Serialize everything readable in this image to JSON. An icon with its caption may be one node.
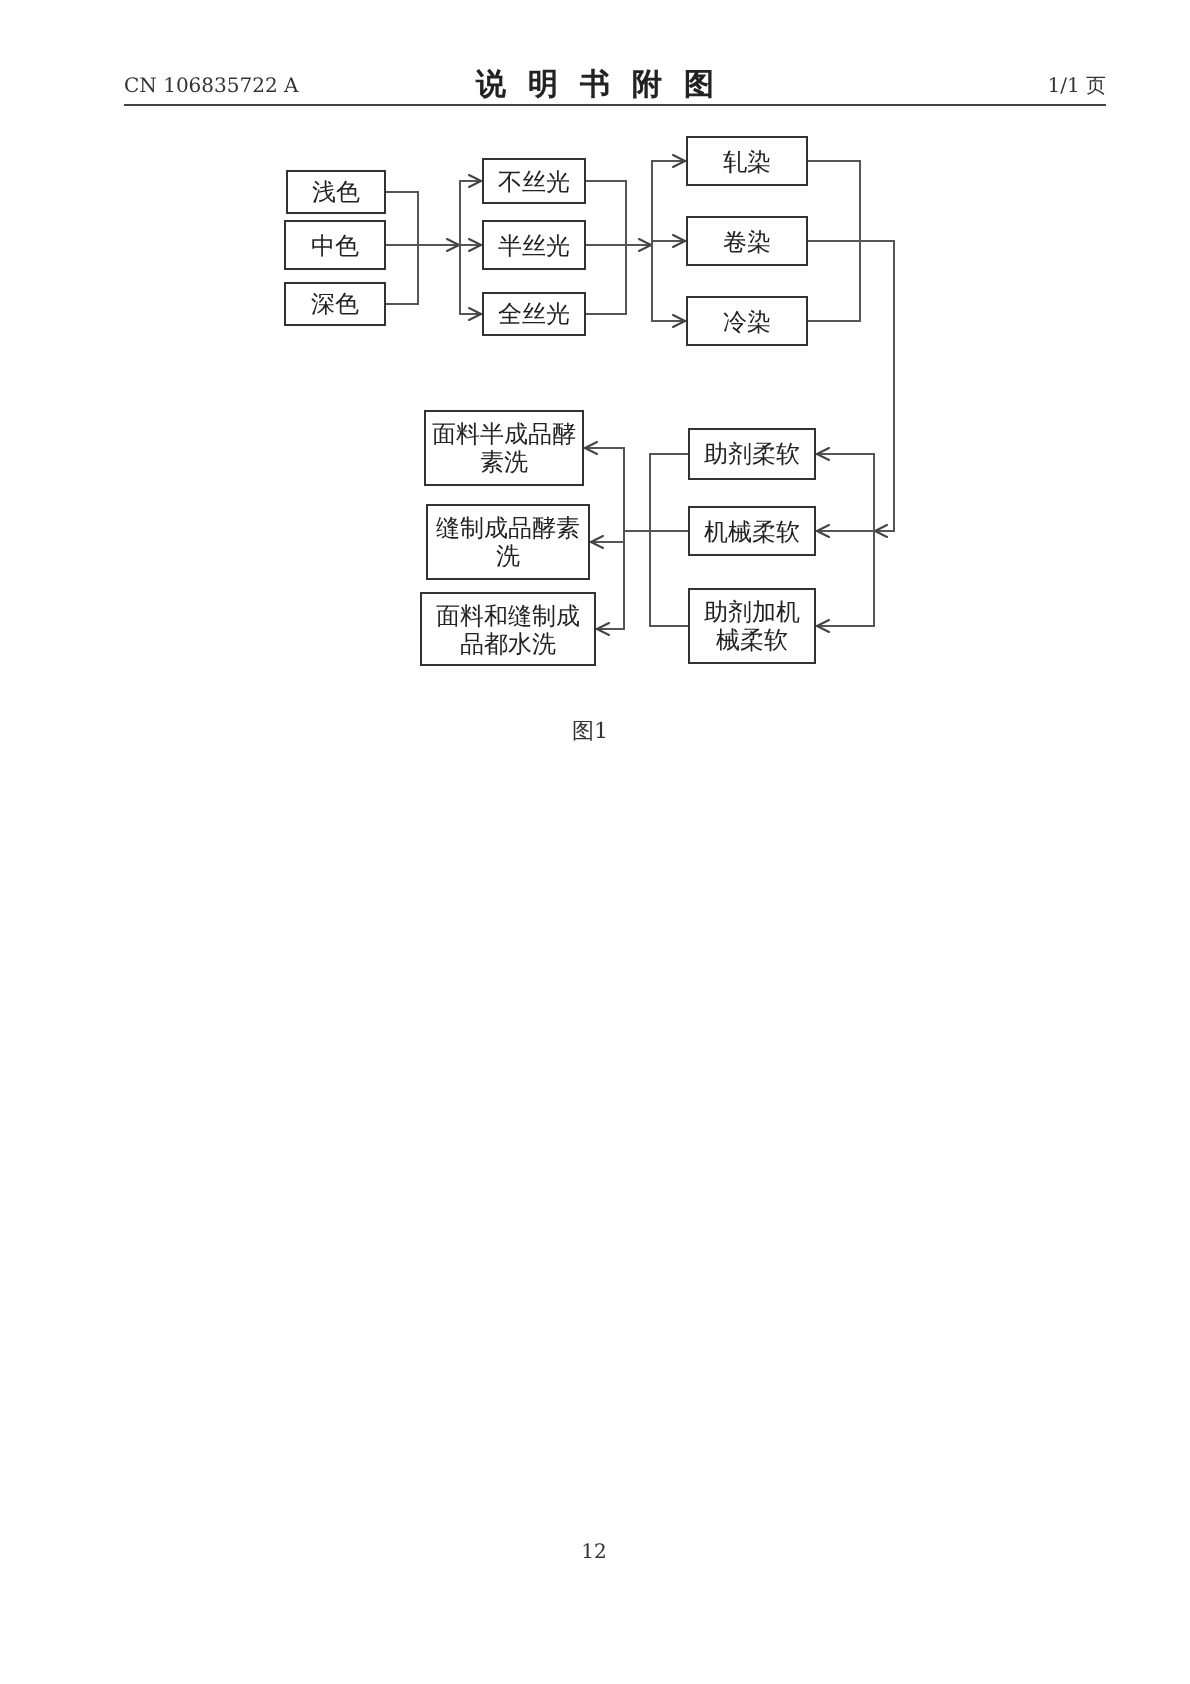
{
  "diagram": {
    "title": "说明书附图",
    "caption": "图1",
    "nodes": [
      {
        "text": [
          "浅色"
        ]
      },
      {
        "text": [
          "中色"
        ]
      },
      {
        "text": [
          "深色"
        ]
      },
      {
        "text": [
          "不丝光"
        ]
      },
      {
        "text": [
          "半丝光"
        ]
      },
      {
        "text": [
          "全丝光"
        ]
      },
      {
        "text": [
          "轧染"
        ]
      },
      {
        "text": [
          "卷染"
        ]
      },
      {
        "text": [
          "冷染"
        ]
      },
      {
        "text": [
          "助剂柔软"
        ]
      },
      {
        "text": [
          "机械柔软"
        ]
      },
      {
        "text": [
          "助剂加机械柔软"
        ]
      },
      {
        "text": [
          "面料半成品酵素洗"
        ]
      },
      {
        "text": [
          "缝制成品酵素洗"
        ]
      },
      {
        "text": [
          "面料和缝制成品都水洗"
        ]
      }
    ],
    "edges": [
      {
        "from": 0,
        "to": 3,
        "arrow": "to"
      },
      {
        "from": 0,
        "to": 4,
        "arrow": "to"
      },
      {
        "from": 0,
        "to": 5,
        "arrow": "to"
      },
      {
        "from": 1,
        "to": 3,
        "arrow": "to"
      },
      {
        "from": 1,
        "to": 4,
        "arrow": "to"
      },
      {
        "from": 1,
        "to": 5,
        "arrow": "to"
      },
      {
        "from": 2,
        "to": 3,
        "arrow": "to"
      },
      {
        "from": 2,
        "to": 4,
        "arrow": "to"
      },
      {
        "from": 2,
        "to": 5,
        "arrow": "to"
      },
      {
        "from": 3,
        "to": 6,
        "arrow": "to"
      },
      {
        "from": 3,
        "to": 7,
        "arrow": "to"
      },
      {
        "from": 3,
        "to": 8,
        "arrow": "to"
      },
      {
        "from": 4,
        "to": 6,
        "arrow": "to"
      },
      {
        "from": 4,
        "to": 7,
        "arrow": "to"
      },
      {
        "from": 4,
        "to": 8,
        "arrow": "to"
      },
      {
        "from": 5,
        "to": 6,
        "arrow": "to"
      },
      {
        "from": 5,
        "to": 7,
        "arrow": "to"
      },
      {
        "from": 5,
        "to": 8,
        "arrow": "to"
      },
      {
        "from": 6,
        "to": 9,
        "arrow": "to"
      },
      {
        "from": 6,
        "to": 10,
        "arrow": "to"
      },
      {
        "from": 6,
        "to": 11,
        "arrow": "to"
      },
      {
        "from": 7,
        "to": 9,
        "arrow": "to"
      },
      {
        "from": 7,
        "to": 10,
        "arrow": "to"
      },
      {
        "from": 7,
        "to": 11,
        "arrow": "to"
      },
      {
        "from": 8,
        "to": 9,
        "arrow": "to"
      },
      {
        "from": 8,
        "to": 10,
        "arrow": "to"
      },
      {
        "from": 8,
        "to": 11,
        "arrow": "to"
      },
      {
        "from": 9,
        "to": 12,
        "arrow": "to"
      },
      {
        "from": 9,
        "to": 13,
        "arrow": "to"
      },
      {
        "from": 9,
        "to": 14,
        "arrow": "to"
      },
      {
        "from": 10,
        "to": 12,
        "arrow": "to"
      },
      {
        "from": 10,
        "to": 13,
        "arrow": "to"
      },
      {
        "from": 10,
        "to": 14,
        "arrow": "to"
      },
      {
        "from": 11,
        "to": 12,
        "arrow": "to"
      },
      {
        "from": 11,
        "to": 13,
        "arrow": "to"
      },
      {
        "from": 11,
        "to": 14,
        "arrow": "to"
      }
    ],
    "labels": [
      "CN 106835722 A",
      "1/1 页",
      "12"
    ]
  }
}
